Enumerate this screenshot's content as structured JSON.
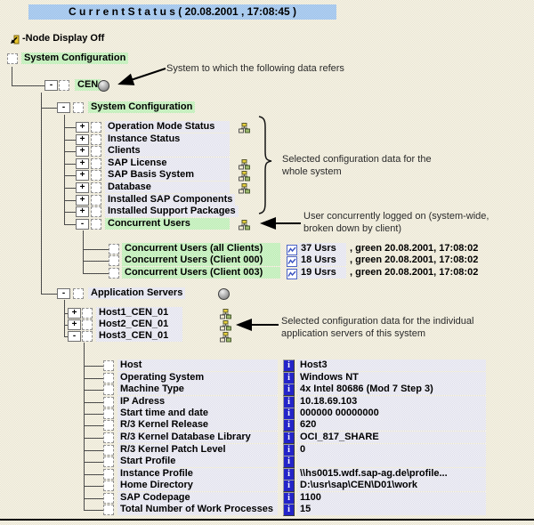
{
  "header": {
    "title": "C u r r e n t   S t a t u s ( 20.08.2001 , 17:08:45 )"
  },
  "legend": {
    "node_display": "-Node Display Off"
  },
  "tree": {
    "root": {
      "label": "System Configuration"
    },
    "system": {
      "label": "CEN"
    },
    "system_configuration": {
      "label": "System Configuration"
    },
    "config_items": [
      {
        "label": "Operation Mode Status",
        "has_icon": true,
        "highlight": false
      },
      {
        "label": "Instance Status",
        "has_icon": false,
        "highlight": false
      },
      {
        "label": "Clients",
        "has_icon": false,
        "highlight": false
      },
      {
        "label": "SAP License",
        "has_icon": true,
        "highlight": false
      },
      {
        "label": "SAP Basis System",
        "has_icon": true,
        "highlight": false
      },
      {
        "label": "Database",
        "has_icon": true,
        "highlight": false
      },
      {
        "label": "Installed SAP Components",
        "has_icon": false,
        "highlight": false
      },
      {
        "label": "Installed Support Packages",
        "has_icon": false,
        "highlight": false
      },
      {
        "label": "Concurrent Users",
        "has_icon": true,
        "highlight": true
      }
    ],
    "concurrent_users": [
      {
        "label": "Concurrent Users (all Clients)",
        "value": "37 Usrs",
        "status": ", green 20.08.2001, 17:08:02"
      },
      {
        "label": "Concurrent Users (Client 000)",
        "value": "18 Usrs",
        "status": ", green 20.08.2001, 17:08:02"
      },
      {
        "label": "Concurrent Users (Client 003)",
        "value": "19 Usrs",
        "status": ", green 20.08.2001, 17:08:02"
      }
    ],
    "application_servers": {
      "label": "Application Servers"
    },
    "hosts": [
      {
        "label": "Host1_CEN_01",
        "expanded": false
      },
      {
        "label": "Host2_CEN_01",
        "expanded": false
      },
      {
        "label": "Host3_CEN_01",
        "expanded": true
      }
    ],
    "host_details": [
      {
        "label": "Host",
        "value": "Host3"
      },
      {
        "label": "Operating System",
        "value": "Windows NT"
      },
      {
        "label": "Machine Type",
        "value": "4x Intel 80686 (Mod 7 Step 3)"
      },
      {
        "label": "IP Adress",
        "value": "10.18.69.103"
      },
      {
        "label": "Start time and date",
        "value": "000000 00000000"
      },
      {
        "label": "R/3 Kernel Release",
        "value": "620"
      },
      {
        "label": "R/3 Kernel Database Library",
        "value": "OCI_817_SHARE"
      },
      {
        "label": "R/3 Kernel Patch Level",
        "value": "0"
      },
      {
        "label": "Start Profile",
        "value": ""
      },
      {
        "label": "Instance Profile",
        "value": "\\\\hs0015.wdf.sap-ag.de\\profile..."
      },
      {
        "label": "Home Directory",
        "value": "D:\\usr\\sap\\CEN\\D01\\work"
      },
      {
        "label": "SAP Codepage",
        "value": "1100"
      },
      {
        "label": "Total Number of Work Processes",
        "value": "15"
      }
    ]
  },
  "annotations": {
    "system": "System to which the following data refers",
    "whole_system": "Selected configuration data for the\nwhole system",
    "concurrent": "User concurrently logged on (system-wide,\nbroken down by client)",
    "app_servers": "Selected configuration data for the individual\napplication servers of this system"
  },
  "colors": {
    "header_bg": "#a6c9ee",
    "highlight_green": "#c8efc0",
    "strip_gray": "#e8e8f0",
    "page_bg": "#f0edde",
    "info_blue": "#2424c8"
  }
}
